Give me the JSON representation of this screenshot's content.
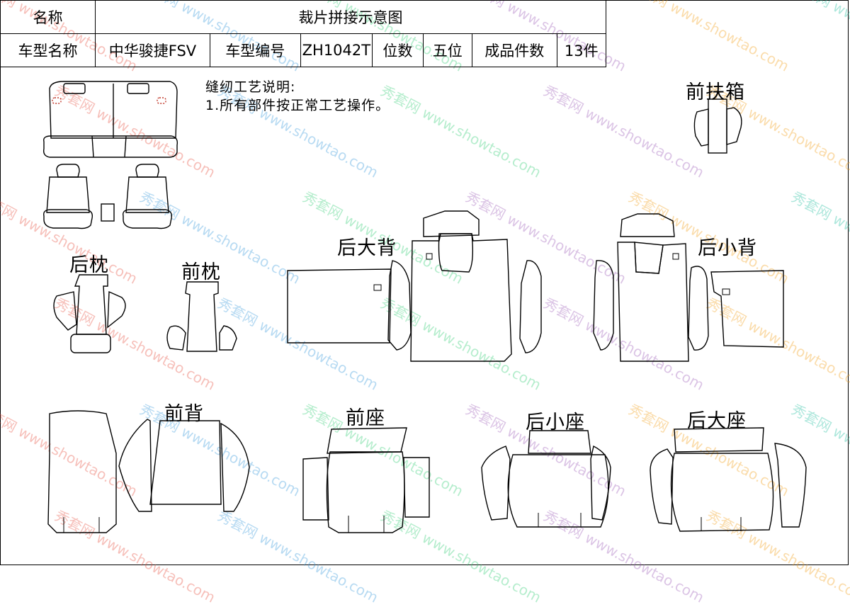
{
  "header": {
    "row1": {
      "name_label": "名称",
      "title": "裁片拼接示意图"
    },
    "row2": {
      "model_name_label": "车型名称",
      "model_name": "中华骏捷FSV",
      "model_code_label": "车型编号",
      "model_code": "ZH1042T",
      "seats_label": "位数",
      "seats": "五位",
      "pieces_label": "成品件数",
      "pieces": "13件"
    }
  },
  "notes": {
    "heading": "缝纫工艺说明:",
    "line1": "1.所有部件按正常工艺操作。"
  },
  "parts": {
    "front_armrest_box": "前扶箱",
    "rear_pillow": "后枕",
    "front_pillow": "前枕",
    "rear_large_back": "后大背",
    "rear_small_back": "后小背",
    "front_back": "前背",
    "front_seat": "前座",
    "rear_small_seat": "后小座",
    "rear_large_seat": "后大座"
  },
  "watermark": {
    "text_cn": "秀套网",
    "text_url": "www.showtao.com"
  }
}
